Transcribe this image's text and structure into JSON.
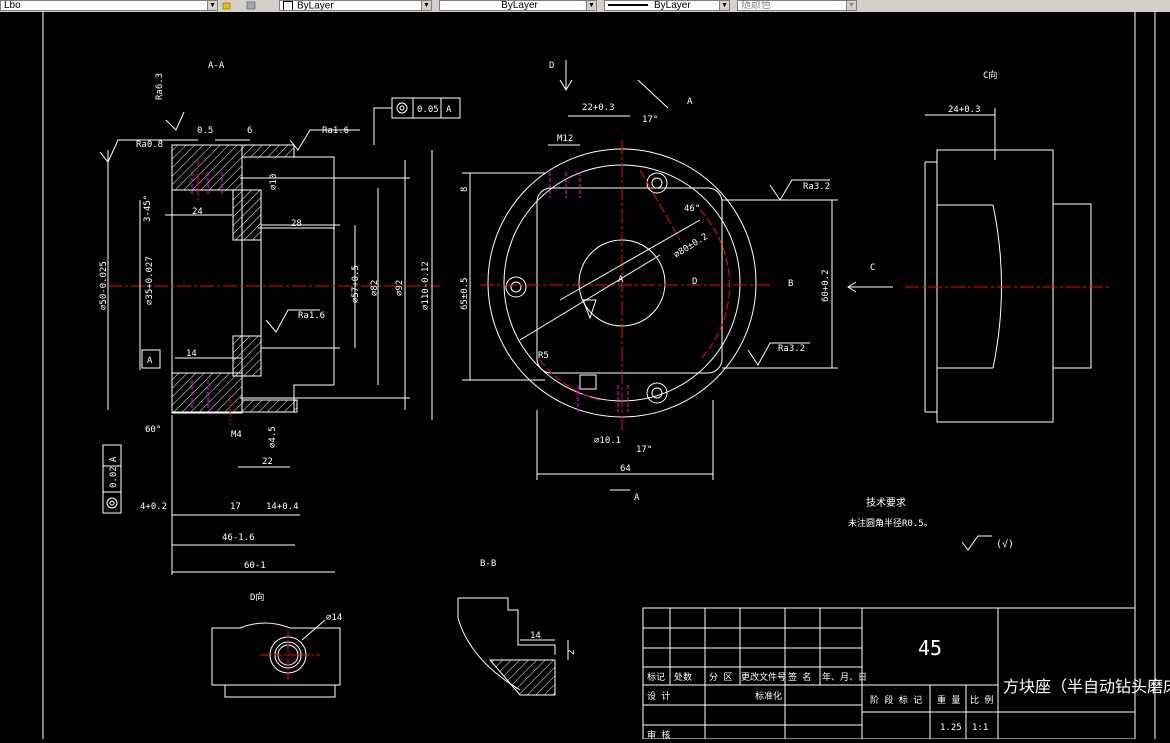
{
  "toolbar": {
    "layer_value": "Lbo",
    "color_value": "ByLayer",
    "linetype_value": "ByLayer",
    "lineweight_value": "ByLayer",
    "plotstyle_value": "随颜色"
  },
  "drawing": {
    "section_aa": "A-A",
    "section_bb": "B-B",
    "view_d": "D向",
    "view_c": "C向",
    "label_d_arrow": "D",
    "label_a_cut_top": "A",
    "label_a_cut_bottom": "A",
    "label_b_cut": "B",
    "label_c_arrow": "C",
    "center_a": "A",
    "center_d": "D",
    "datum_a": "A",
    "fcf_top_value": "0.05",
    "fcf_top_datum": "A",
    "fcf_left_value": "0.02",
    "fcf_left_datum": "A",
    "rough_ra63": "Ra6.3",
    "rough_ra08": "Ra0.8",
    "rough_ra16_top": "Ra1.6",
    "rough_ra16_mid": "Ra1.6",
    "rough_ra32_top": "Ra3.2",
    "rough_ra32_bottom": "Ra3.2",
    "dim_05": "0.5",
    "dim_6": "6",
    "dim_phi10": "⌀10",
    "dim_3x45": "3-45°",
    "dim_24_left": "24",
    "dim_28": "28",
    "dim_phi50": "⌀50-0.025",
    "dim_phi35": "⌀35+0.027",
    "dim_phi57": "⌀57+0.5",
    "dim_phi82": "⌀82",
    "dim_phi92": "⌀92",
    "dim_phi110": "⌀110-0.12",
    "dim_14": "14",
    "dim_60deg": "60°",
    "dim_m4": "M4",
    "dim_phi45": "⌀4.5",
    "dim_22": "22",
    "dim_4": "4+0.2",
    "dim_17": "17",
    "dim_14b": "14+0.4",
    "dim_46": "46-1.6",
    "dim_60": "60-1",
    "dim_22top": "22+0.3",
    "dim_17deg_top": "17°",
    "dim_m12": "M12",
    "dim_8": "8",
    "dim_46deg": "46°",
    "dim_phi80": "⌀80±0.2",
    "dim_65": "65±0.5",
    "dim_r5": "R5",
    "dim_phi101": "⌀10.1",
    "dim_17deg_bottom": "17°",
    "dim_64": "64",
    "dim_60_right": "60+0.2",
    "dim_24_c": "24+0.3",
    "dim_phi14": "⌀14",
    "dim_bb_14": "14",
    "dim_bb_2": "2",
    "tech_title": "技术要求",
    "tech_note": "未注圆角半径R0.5。",
    "rough_other": "(√)"
  },
  "title_block": {
    "material": "45",
    "part_name": "方块座（半自动钻头磨床）",
    "h_mark": "标记",
    "h_count": "处数",
    "h_zone": "分 区",
    "h_doc": "更改文件号",
    "h_sign": "签 名",
    "h_date": "年、月、日",
    "h_design": "设 计",
    "h_std": "标准化",
    "h_stage": "阶 段 标 记",
    "h_weight": "重 量",
    "h_scale": "比 例",
    "h_review": "审 核",
    "weight_value": "1.25",
    "scale_value": "1:1"
  },
  "colors": {
    "line": "#ffffff",
    "center": "#ff0000",
    "hidden": "#ff00ff",
    "toolbar_bg": "#d4d0c8"
  }
}
